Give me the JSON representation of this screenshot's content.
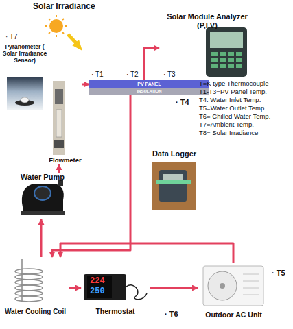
{
  "diagram": {
    "nodes": [
      {
        "text": [
          "Solar Module Analyzer (P,I,V)"
        ]
      },
      {
        "text": [
          "Pyranometer ( Solar Irradiance Sensor)"
        ]
      },
      {
        "text": [
          "PV PANEL"
        ]
      },
      {
        "text": [
          "INSULATION"
        ]
      },
      {
        "text": [
          "Flowmeter"
        ]
      },
      {
        "text": [
          "Water Pump"
        ]
      },
      {
        "text": [
          "Data Logger"
        ]
      },
      {
        "text": [
          "Water Cooling Coil"
        ]
      },
      {
        "text": [
          "Thermostat"
        ]
      },
      {
        "text": [
          "Outdoor AC Unit"
        ]
      }
    ],
    "edges": [
      {
        "from": 2,
        "to": 0,
        "arrow": "to"
      },
      {
        "from": 4,
        "to": 2,
        "arrow": "to"
      },
      {
        "from": 5,
        "to": 4,
        "arrow": "to"
      },
      {
        "from": 7,
        "to": 5,
        "arrow": "to"
      },
      {
        "from": 7,
        "to": 8,
        "arrow": "to"
      },
      {
        "from": 8,
        "to": 9,
        "arrow": "to"
      },
      {
        "from": 9,
        "to": 7,
        "arrow": "to"
      },
      {
        "from": 3,
        "to": 7,
        "arrow": "to"
      }
    ],
    "labels": [
      "Solar Irradiance",
      "· T7",
      "· T1",
      "· T2",
      "· T3",
      "· T4",
      "T=K type Thermocouple",
      "T1-T3=PV Panel Temp.",
      "T4: Water Inlet Temp.",
      "T5=Water Outlet Temp.",
      "T6= Chilled Water Temp.",
      "T7=Ambient Temp.",
      "T8= Solar Irradiance",
      "· T5",
      "· T6",
      "224",
      "250"
    ]
  }
}
